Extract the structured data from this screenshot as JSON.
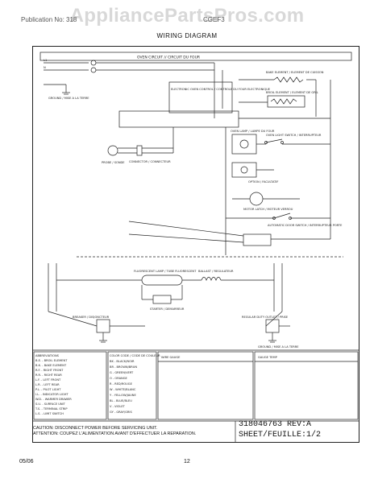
{
  "watermark": "AppliancePartsPros.com",
  "header": {
    "left": "Publication No: 318",
    "right": "CGEF3"
  },
  "title": "WIRING DIAGRAM",
  "diagram": {
    "oven_title": "OVEN CIRCUIT // CIRCUIT DU FOUR",
    "l1_label": "L1",
    "n_label": "N",
    "ground_label_1": "GROUND / MISE A LA TERRE",
    "control_label": "ELECTRONIC OVEN CONTROL / CONTROLE DU FOUR ELECTRONIQUE",
    "bake_label": "BAKE ELEMENT / ELEMENT DE CUISSON",
    "broil_label": "BROIL ELEMENT / ELEMENT DE GRIL",
    "probe_label": "PROBE / SONDE",
    "connector_label": "CONNECTOR / CONNECTEUR",
    "lamp_label": "OVEN LAMP / LAMPE DU FOUR",
    "light_switch_label": "OVEN LIGHT SWITCH / INTERRUPTEUR",
    "motor_label": "MOTOR LATCH / MOTEUR VERROU",
    "door_switch_label": "AUTOMATIC DOOR SWITCH / INTERRUPTEUR PORTE",
    "option_label": "OPTION / FACULTATIF",
    "fluorescent_label": "FLUORESCENT LAMP / TUBE FLUORESCENT",
    "ballast_label": "BALLAST / REGULATEUR",
    "starter_label": "STARTER / DEMARREUR",
    "breaker_label": "BREAKER / DISJONCTEUR",
    "outlet_label": "REGULAR DUTY OUTLET / PRISE",
    "ground_label_2": "GROUND / MISE A LA TERRE",
    "legend_title": "ABBREVIATIONS",
    "legend_lines": [
      "B.E. - BROIL ELEMENT",
      "B.K. - BAKE ELEMENT",
      "R.F. - RIGHT FRONT",
      "R.R. - RIGHT REAR",
      "L.F. - LEFT FRONT",
      "L.R. - LEFT REAR",
      "P.L. - PILOT LIGHT",
      "I.L. - INDICATOR LIGHT",
      "W.D. - WARMER DRAWER",
      "S.U. - SURFACE UNIT",
      "T.S. - TERMINAL STRIP",
      "L.S. - LIMIT SWITCH"
    ],
    "color_title": "COLOR CODE / CODE DE COULEUR",
    "color_lines": [
      "BK - BLACK/NOIR",
      "BR - BROWN/BRUN",
      "G - GREEN/VERT",
      "O - ORANGE",
      "R - RED/ROUGE",
      "W - WHITE/BLANC",
      "Y - YELLOW/JAUNE",
      "BL - BLUE/BLEU",
      "V - VIOLET",
      "GY - GRAY/GRIS"
    ],
    "wire_table_title": "WIRE GAUGE",
    "wire_table2_title": "GAUGE TEMP"
  },
  "caution": {
    "line1": "CAUTION: DISCONNECT POWER BEFORE SERVICING UNIT.",
    "line2": "ATTENTION: COUPEZ L'ALIMENTATION AVANT D'EFFECTUER LA REPARATION."
  },
  "part_number": "318046763 REV:A",
  "sheet": "SHEET/FEUILLE:1/2",
  "footer": {
    "date": "05/06",
    "page": "12"
  }
}
